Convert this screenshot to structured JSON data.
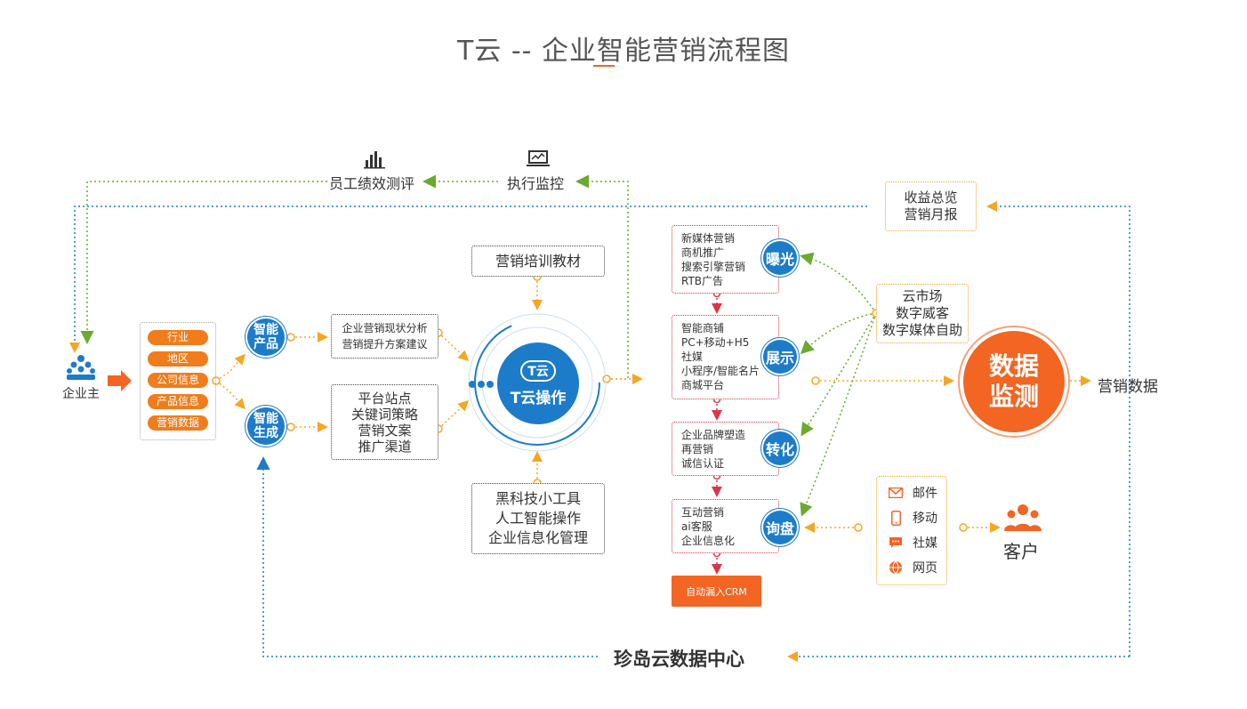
{
  "title": "T云 -- 企业智能营销流程图",
  "colors": {
    "orange": "#f26522",
    "blue": "#1d7cc9",
    "green": "#6aaa2e",
    "red": "#d9364a"
  },
  "top": {
    "staff_eval": "员工绩效测评",
    "exec_monitor": "执行监控",
    "staff_icon": "bar-chart-icon",
    "monitor_icon": "laptop-icon"
  },
  "owner": {
    "label": "企业主",
    "icon": "people-group-icon"
  },
  "tags": [
    "行业",
    "地区",
    "公司信息",
    "产品信息",
    "营销数据"
  ],
  "smart_product": "智能产品",
  "smart_generate": "智能生成",
  "analysis_box": [
    "企业营销现状分析",
    "营销提升方案建议"
  ],
  "platform_box": [
    "平台站点",
    "关键词策略",
    "营销文案",
    "推广渠道"
  ],
  "training": "营销培训教材",
  "tools_box": [
    "黑科技小工具",
    "人工智能操作",
    "企业信息化管理"
  ],
  "center": {
    "logo_text": "T云",
    "label": "T云操作"
  },
  "stages": [
    {
      "name": "曝光",
      "items": [
        "新媒体营销",
        "商机推广",
        "搜索引擎营销",
        "RTB广告"
      ]
    },
    {
      "name": "展示",
      "items": [
        "智能商铺",
        "PC+移动+H5",
        "社媒",
        "小程序/智能名片",
        "商城平台"
      ]
    },
    {
      "name": "转化",
      "items": [
        "企业品牌塑造",
        "再营销",
        "诚信认证"
      ]
    },
    {
      "name": "询盘",
      "items": [
        "互动营销",
        "ai客服",
        "企业信息化"
      ]
    }
  ],
  "crm": "自动漏入CRM",
  "revenue_box": [
    "收益总览",
    "营销月报"
  ],
  "cloud_box": [
    "云市场",
    "数字威客",
    "数字媒体自助"
  ],
  "data_monitor": [
    "数据",
    "监测"
  ],
  "marketing_data": "营销数据",
  "contacts": [
    {
      "label": "邮件",
      "icon": "mail-icon"
    },
    {
      "label": "移动",
      "icon": "mobile-icon"
    },
    {
      "label": "社媒",
      "icon": "chat-icon"
    },
    {
      "label": "网页",
      "icon": "globe-icon"
    }
  ],
  "customer": {
    "label": "客户",
    "icon": "customers-icon"
  },
  "data_center": "珍岛云数据中心"
}
